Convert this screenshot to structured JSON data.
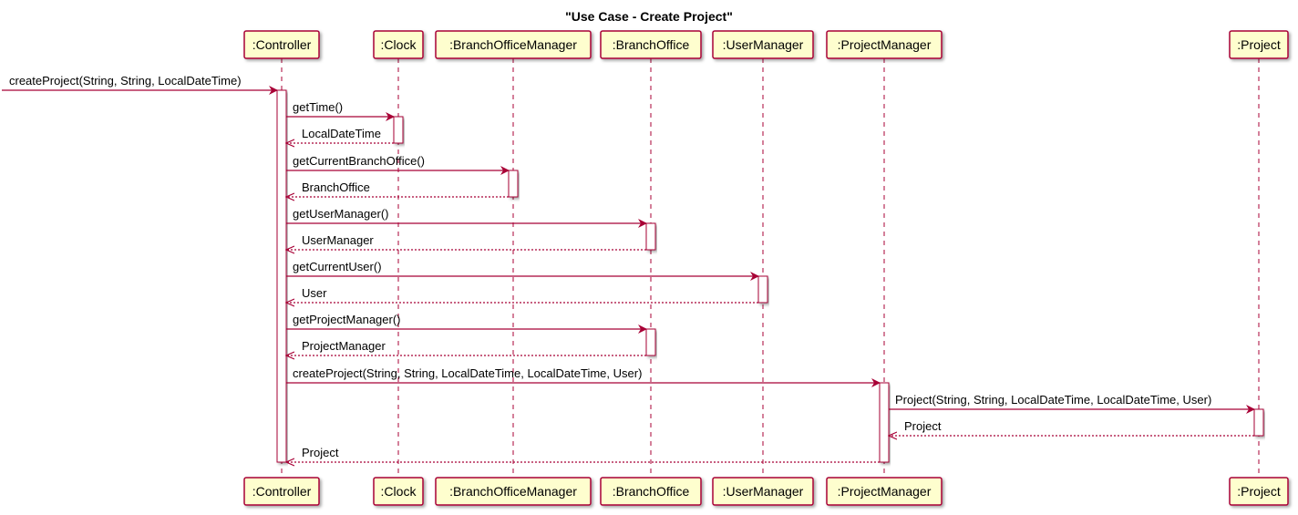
{
  "title": "\"Use Case - Create Project\"",
  "colors": {
    "participant_fill": "#FEFECE",
    "participant_border": "#A80036",
    "arrow": "#A80036",
    "activation_fill": "#FFFFFF"
  },
  "participants": [
    {
      "id": "controller",
      "name": ":Controller"
    },
    {
      "id": "clock",
      "name": ":Clock"
    },
    {
      "id": "branchofficemanager",
      "name": ":BranchOfficeManager"
    },
    {
      "id": "branchoffice",
      "name": ":BranchOffice"
    },
    {
      "id": "usermanager",
      "name": ":UserManager"
    },
    {
      "id": "projectmanager",
      "name": ":ProjectManager"
    },
    {
      "id": "project",
      "name": ":Project"
    }
  ],
  "messages": [
    {
      "from": "external",
      "to": "controller",
      "label": "createProject(String, String, LocalDateTime)",
      "kind": "call"
    },
    {
      "from": "controller",
      "to": "clock",
      "label": "getTime()",
      "kind": "call"
    },
    {
      "from": "clock",
      "to": "controller",
      "label": "LocalDateTime",
      "kind": "return"
    },
    {
      "from": "controller",
      "to": "branchofficemanager",
      "label": "getCurrentBranchOffice()",
      "kind": "call"
    },
    {
      "from": "branchofficemanager",
      "to": "controller",
      "label": "BranchOffice",
      "kind": "return"
    },
    {
      "from": "controller",
      "to": "branchoffice",
      "label": "getUserManager()",
      "kind": "call"
    },
    {
      "from": "branchoffice",
      "to": "controller",
      "label": "UserManager",
      "kind": "return"
    },
    {
      "from": "controller",
      "to": "usermanager",
      "label": "getCurrentUser()",
      "kind": "call"
    },
    {
      "from": "usermanager",
      "to": "controller",
      "label": "User",
      "kind": "return"
    },
    {
      "from": "controller",
      "to": "branchoffice",
      "label": "getProjectManager()",
      "kind": "call"
    },
    {
      "from": "branchoffice",
      "to": "controller",
      "label": "ProjectManager",
      "kind": "return"
    },
    {
      "from": "controller",
      "to": "projectmanager",
      "label": "createProject(String, String, LocalDateTime, LocalDateTime, User)",
      "kind": "call"
    },
    {
      "from": "projectmanager",
      "to": "project",
      "label": "Project(String, String, LocalDateTime, LocalDateTime, User)",
      "kind": "call"
    },
    {
      "from": "project",
      "to": "projectmanager",
      "label": "Project",
      "kind": "return"
    },
    {
      "from": "projectmanager",
      "to": "controller",
      "label": "Project",
      "kind": "return"
    }
  ]
}
